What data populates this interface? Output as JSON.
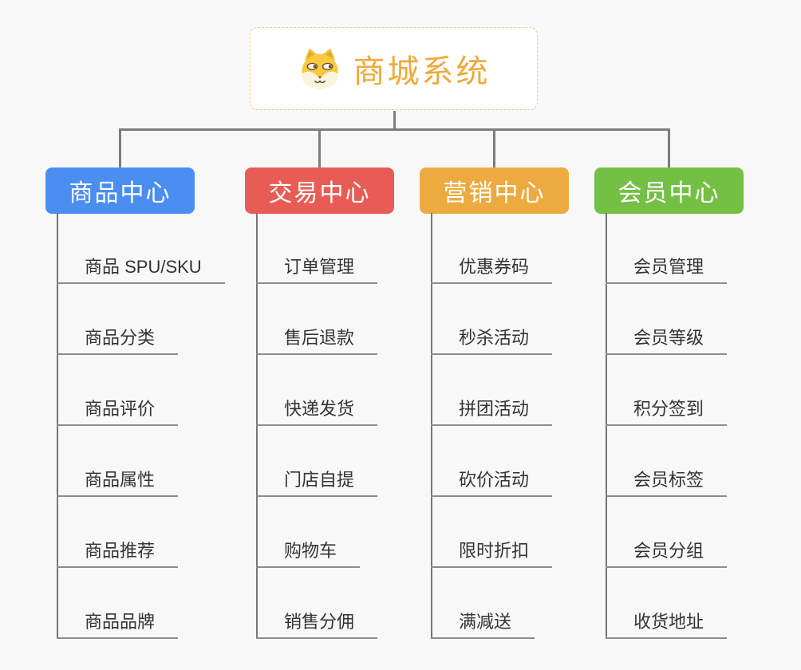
{
  "root": {
    "title": "商城系统",
    "icon": "doge-icon",
    "title_color": "#f0a93c"
  },
  "branches": [
    {
      "id": "product-center",
      "label": "商品中心",
      "color": "#4a8ef1",
      "items": [
        "商品 SPU/SKU",
        "商品分类",
        "商品评价",
        "商品属性",
        "商品推荐",
        "商品品牌"
      ]
    },
    {
      "id": "trade-center",
      "label": "交易中心",
      "color": "#e95c55",
      "items": [
        "订单管理",
        "售后退款",
        "快递发货",
        "门店自提",
        "购物车",
        "销售分佣"
      ]
    },
    {
      "id": "marketing-center",
      "label": "营销中心",
      "color": "#ecaa3f",
      "items": [
        "优惠券码",
        "秒杀活动",
        "拼团活动",
        "砍价活动",
        "限时折扣",
        "满减送"
      ]
    },
    {
      "id": "member-center",
      "label": "会员中心",
      "color": "#74c045",
      "items": [
        "会员管理",
        "会员等级",
        "积分签到",
        "会员标签",
        "会员分组",
        "收货地址"
      ]
    }
  ],
  "colors": {
    "background": "#f8f8f8",
    "connector_line": "#7d7d7d",
    "trunk_line": "#767676",
    "underline": "#8c8c8c",
    "item_text": "#333333",
    "root_border": "#f4c97e"
  }
}
